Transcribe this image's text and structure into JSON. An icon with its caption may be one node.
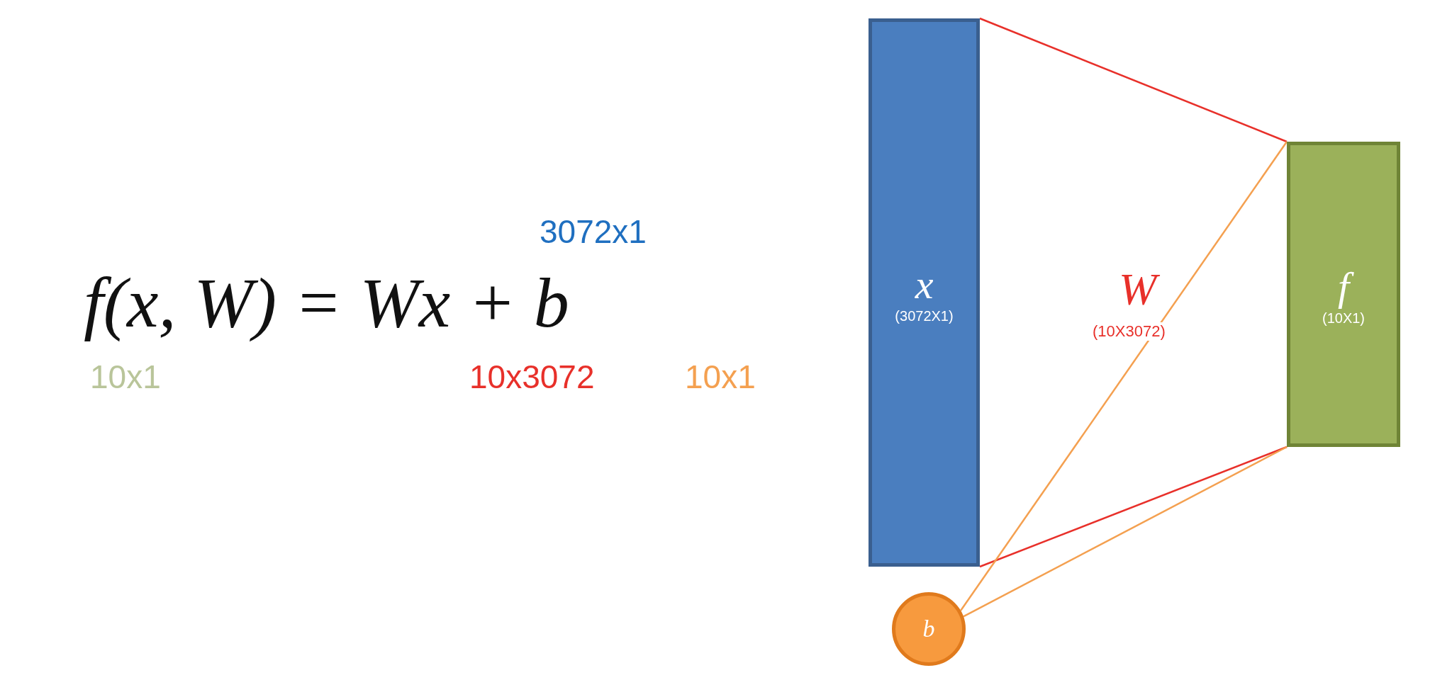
{
  "diagram": {
    "nodes": [
      {
        "text": [
          "x",
          "(3072X1)"
        ]
      },
      {
        "text": [
          "f",
          "(10X1)"
        ]
      },
      {
        "text": [
          "b"
        ]
      }
    ],
    "edges": [
      {
        "from": 0,
        "to": 1,
        "arrow": "none",
        "color": "#e8302a"
      },
      {
        "from": 0,
        "to": 1,
        "arrow": "none",
        "color": "#e8302a"
      },
      {
        "from": 2,
        "to": 1,
        "arrow": "none",
        "color": "#f4a050"
      },
      {
        "from": 2,
        "to": 1,
        "arrow": "none",
        "color": "#f4a050"
      }
    ],
    "labels": [
      "3072x1",
      "f(x, W) = Wx + b",
      "10x1",
      "10x3072",
      "10x1",
      "W",
      "(10X3072)"
    ]
  }
}
